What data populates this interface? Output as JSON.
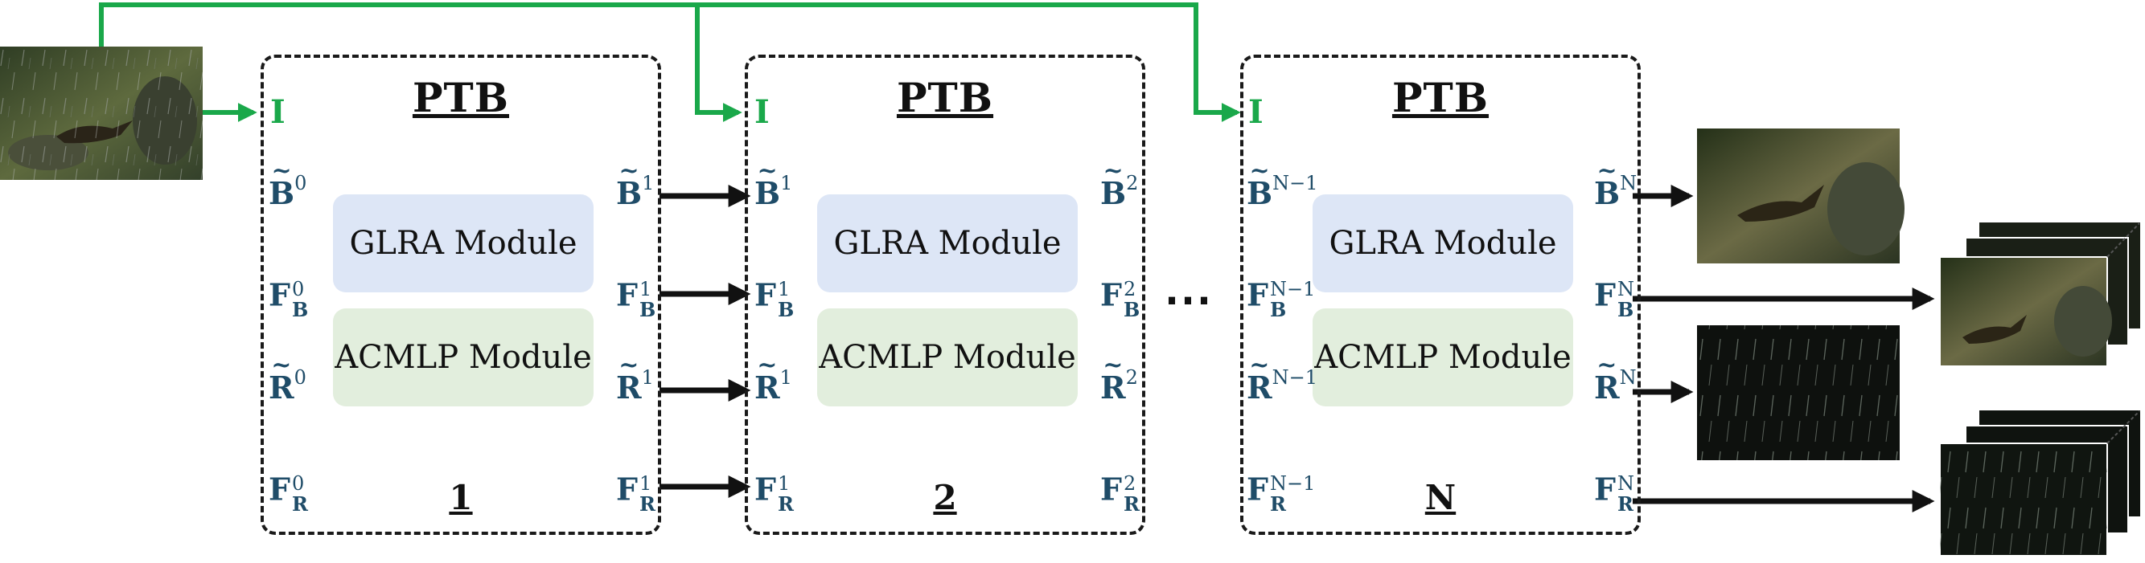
{
  "blocks": [
    {
      "title": "PTB",
      "index": "1",
      "glra": "GLRA Module",
      "acmlp": "ACMLP Module",
      "input": "I",
      "left": [
        {
          "base": "B",
          "tilde": true,
          "sup": "0",
          "sub": ""
        },
        {
          "base": "F",
          "tilde": false,
          "sup": "0",
          "sub": "B"
        },
        {
          "base": "R",
          "tilde": true,
          "sup": "0",
          "sub": ""
        },
        {
          "base": "F",
          "tilde": false,
          "sup": "0",
          "sub": "R"
        }
      ],
      "right": [
        {
          "base": "B",
          "tilde": true,
          "sup": "1",
          "sub": ""
        },
        {
          "base": "F",
          "tilde": false,
          "sup": "1",
          "sub": "B"
        },
        {
          "base": "R",
          "tilde": true,
          "sup": "1",
          "sub": ""
        },
        {
          "base": "F",
          "tilde": false,
          "sup": "1",
          "sub": "R"
        }
      ]
    },
    {
      "title": "PTB",
      "index": "2",
      "glra": "GLRA Module",
      "acmlp": "ACMLP Module",
      "input": "I",
      "left": [
        {
          "base": "B",
          "tilde": true,
          "sup": "1",
          "sub": ""
        },
        {
          "base": "F",
          "tilde": false,
          "sup": "1",
          "sub": "B"
        },
        {
          "base": "R",
          "tilde": true,
          "sup": "1",
          "sub": ""
        },
        {
          "base": "F",
          "tilde": false,
          "sup": "1",
          "sub": "R"
        }
      ],
      "right": [
        {
          "base": "B",
          "tilde": true,
          "sup": "2",
          "sub": ""
        },
        {
          "base": "F",
          "tilde": false,
          "sup": "2",
          "sub": "B"
        },
        {
          "base": "R",
          "tilde": true,
          "sup": "2",
          "sub": ""
        },
        {
          "base": "F",
          "tilde": false,
          "sup": "2",
          "sub": "R"
        }
      ]
    },
    {
      "title": "PTB",
      "index": "N",
      "glra": "GLRA Module",
      "acmlp": "ACMLP Module",
      "input": "I",
      "left": [
        {
          "base": "B",
          "tilde": true,
          "sup": "N−1",
          "sub": ""
        },
        {
          "base": "F",
          "tilde": false,
          "sup": "N−1",
          "sub": "B"
        },
        {
          "base": "R",
          "tilde": true,
          "sup": "N−1",
          "sub": ""
        },
        {
          "base": "F",
          "tilde": false,
          "sup": "N−1",
          "sub": "R"
        }
      ],
      "right": [
        {
          "base": "B",
          "tilde": true,
          "sup": "N",
          "sub": ""
        },
        {
          "base": "F",
          "tilde": false,
          "sup": "N",
          "sub": "B"
        },
        {
          "base": "R",
          "tilde": true,
          "sup": "N",
          "sub": ""
        },
        {
          "base": "F",
          "tilde": false,
          "sup": "N",
          "sub": "R"
        }
      ]
    }
  ],
  "ellipsis": "⋯",
  "colors": {
    "input_arrow": "#1aa84a",
    "label": "#1f4c68",
    "glra_fill": "#dde6f6",
    "acmlp_fill": "#e2eedd"
  }
}
